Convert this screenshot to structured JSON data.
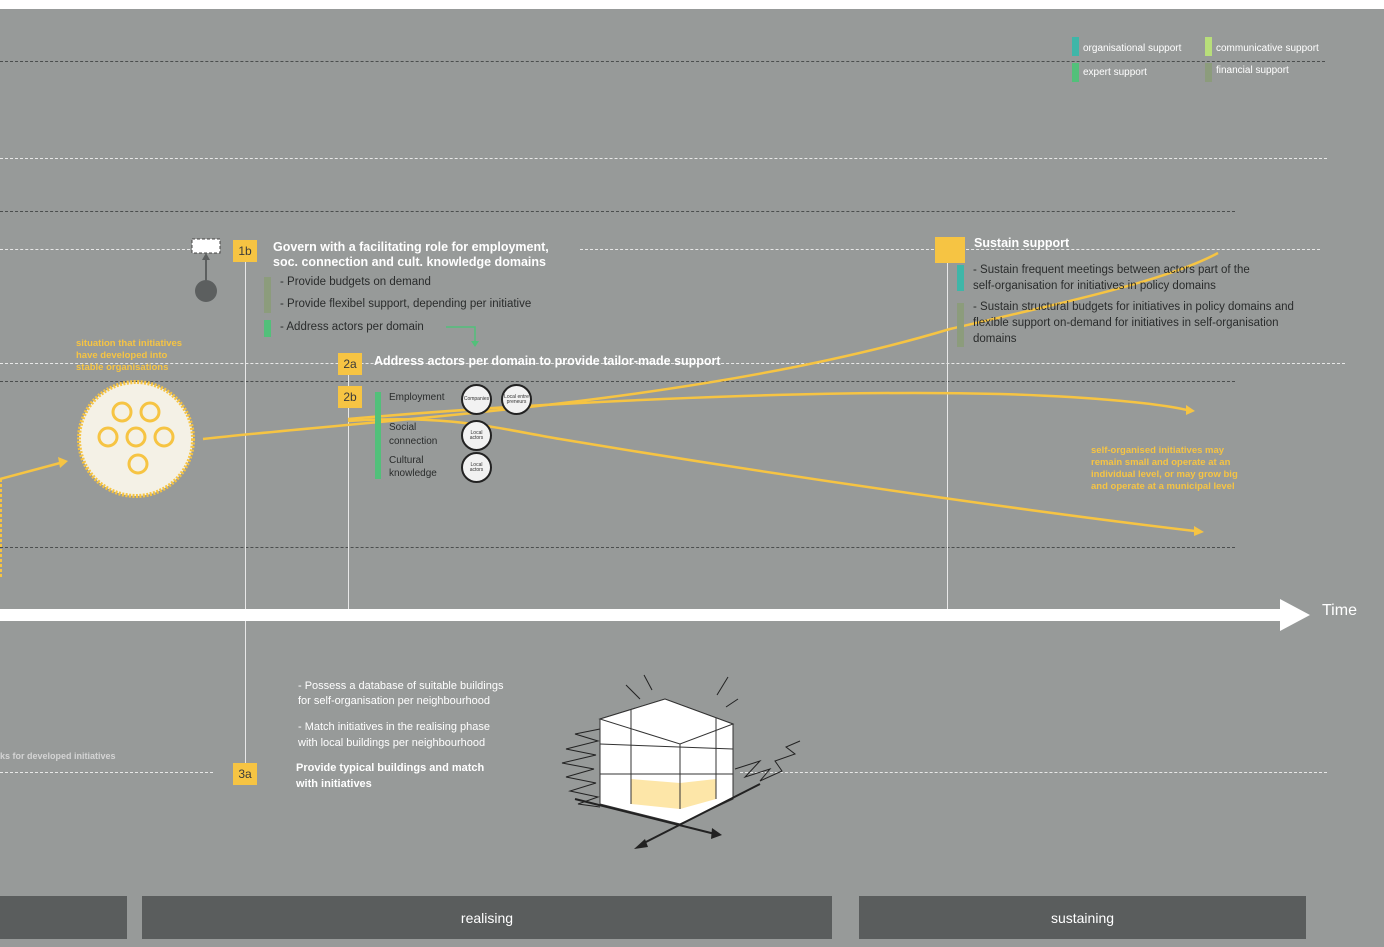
{
  "legend": {
    "items": [
      {
        "label": "organisational support",
        "color": "#3fb6a8"
      },
      {
        "label": "communicative support",
        "color": "#b8de7a"
      },
      {
        "label": "expert support",
        "color": "#52c07a"
      },
      {
        "label": "financial support",
        "color": "#8c9c7c"
      }
    ]
  },
  "step_1b": {
    "badge": "1b",
    "title_line1": "Govern with a facilitating role for employment,",
    "title_line2": "soc. connection and cult. knowledge domains",
    "items": [
      "- Provide budgets on demand",
      "- Provide flexibel support, depending per initiative",
      "- Address actors per domain"
    ]
  },
  "sustain": {
    "title": "Sustain support",
    "item1_line1": "- Sustain frequent meetings between actors part of the",
    "item1_line2": "self-organisation for initiatives in policy domains",
    "item2_line1": "- Sustain structural budgets for initiatives in policy domains and",
    "item2_line2": "flexible support on-demand for initiatives in self-organisation",
    "item2_line3": "domains"
  },
  "situation_label": {
    "line1": "situation that initiatives",
    "line2": "have developed into",
    "line3": "stable organisations"
  },
  "step_2a": {
    "badge": "2a",
    "title": "Address actors per domain to provide tailor-made support"
  },
  "step_2b": {
    "badge": "2b",
    "domains": {
      "employment": "Employment",
      "social_line1": "Social",
      "social_line2": "connection",
      "cultural_line1": "Cultural",
      "cultural_line2": "knowledge"
    },
    "actors": {
      "companies": "Companies",
      "entrepreneurs_line1": "Local entre",
      "entrepreneurs_line2": "preneurs",
      "local_actors_1_line1": "Local",
      "local_actors_1_line2": "actors",
      "local_actors_2_line1": "Local",
      "local_actors_2_line2": "actors"
    }
  },
  "outcome_label": {
    "line1": "self-organised initiatives may",
    "line2": "remain small and operate at an",
    "line3": "individual level, or may grow big",
    "line4": "and operate at a municipal level"
  },
  "time_label": "Time",
  "step_3a": {
    "badge": "3a",
    "item1_line1": "- Possess a database of suitable buildings",
    "item1_line2": "for self-organisation per neighbourhood",
    "item2_line1": "- Match initiatives in the realising phase",
    "item2_line2": "with local buildings per neighbourhood",
    "title_line1": "Provide typical buildings and match",
    "title_line2": "with initiatives"
  },
  "cut_label": "ks for developed initiatives",
  "phases": {
    "realising": "realising",
    "sustaining": "sustaining"
  }
}
